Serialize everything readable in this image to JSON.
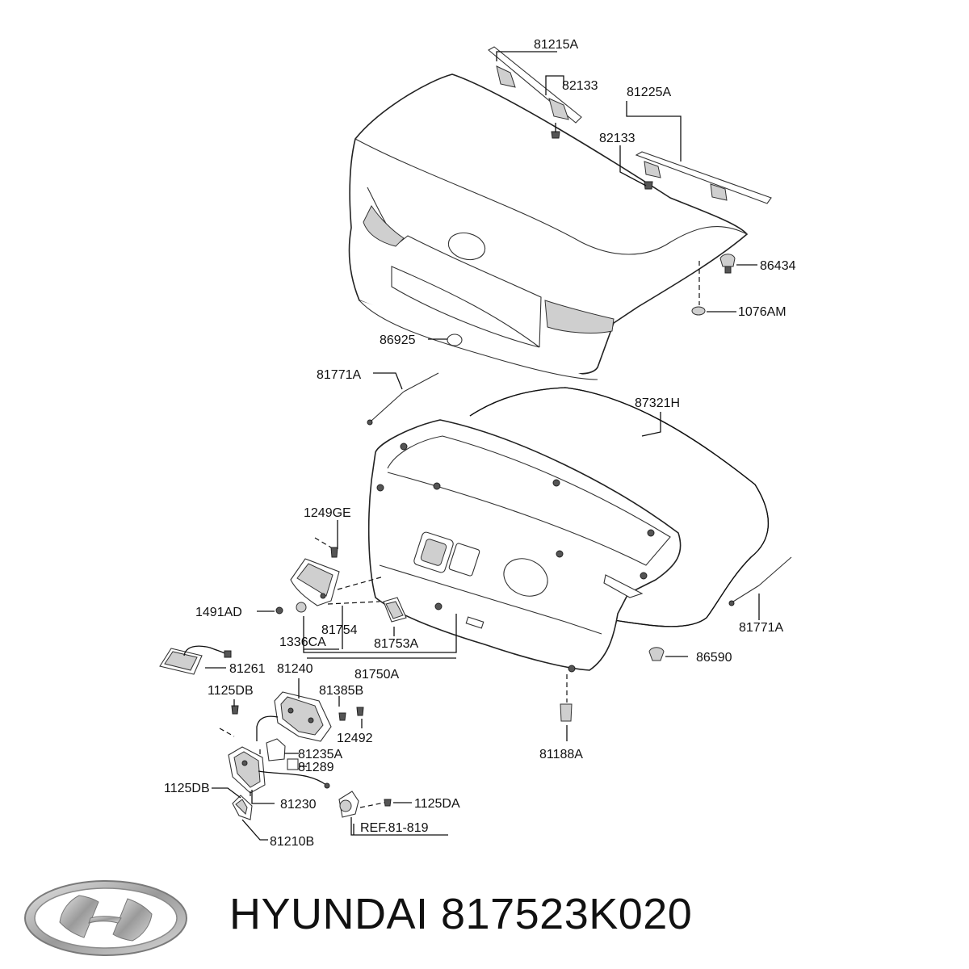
{
  "labels": [
    {
      "id": "l1",
      "text": "81215A"
    },
    {
      "id": "l2",
      "text": "82133"
    },
    {
      "id": "l3",
      "text": "81225A"
    },
    {
      "id": "l4",
      "text": "82133"
    },
    {
      "id": "l5",
      "text": "86434"
    },
    {
      "id": "l6",
      "text": "1076AM"
    },
    {
      "id": "l7",
      "text": "86925"
    },
    {
      "id": "l8",
      "text": "81771A"
    },
    {
      "id": "l9",
      "text": "87321H"
    },
    {
      "id": "l10",
      "text": "1249GE"
    },
    {
      "id": "l11",
      "text": "1491AD"
    },
    {
      "id": "l12",
      "text": "81754"
    },
    {
      "id": "l13",
      "text": "1336CA"
    },
    {
      "id": "l14",
      "text": "81753A"
    },
    {
      "id": "l15",
      "text": "81771A"
    },
    {
      "id": "l16",
      "text": "86590"
    },
    {
      "id": "l17",
      "text": "81261"
    },
    {
      "id": "l18",
      "text": "81240"
    },
    {
      "id": "l19",
      "text": "81750A"
    },
    {
      "id": "l20",
      "text": "1125DB"
    },
    {
      "id": "l21",
      "text": "81385B"
    },
    {
      "id": "l22",
      "text": "12492"
    },
    {
      "id": "l23",
      "text": "81235A"
    },
    {
      "id": "l24",
      "text": "81289"
    },
    {
      "id": "l25",
      "text": "81188A"
    },
    {
      "id": "l26",
      "text": "1125DB"
    },
    {
      "id": "l27",
      "text": "81230"
    },
    {
      "id": "l28",
      "text": "1125DA"
    },
    {
      "id": "l29",
      "text": "REF.81-819"
    },
    {
      "id": "l30",
      "text": "81210B"
    }
  ],
  "caption": "HYUNDAI 817523K020",
  "logo": "hyundai-logo-icon",
  "colors": {
    "ink": "#111111",
    "logo": "#b5b5b5",
    "background": "#ffffff"
  }
}
